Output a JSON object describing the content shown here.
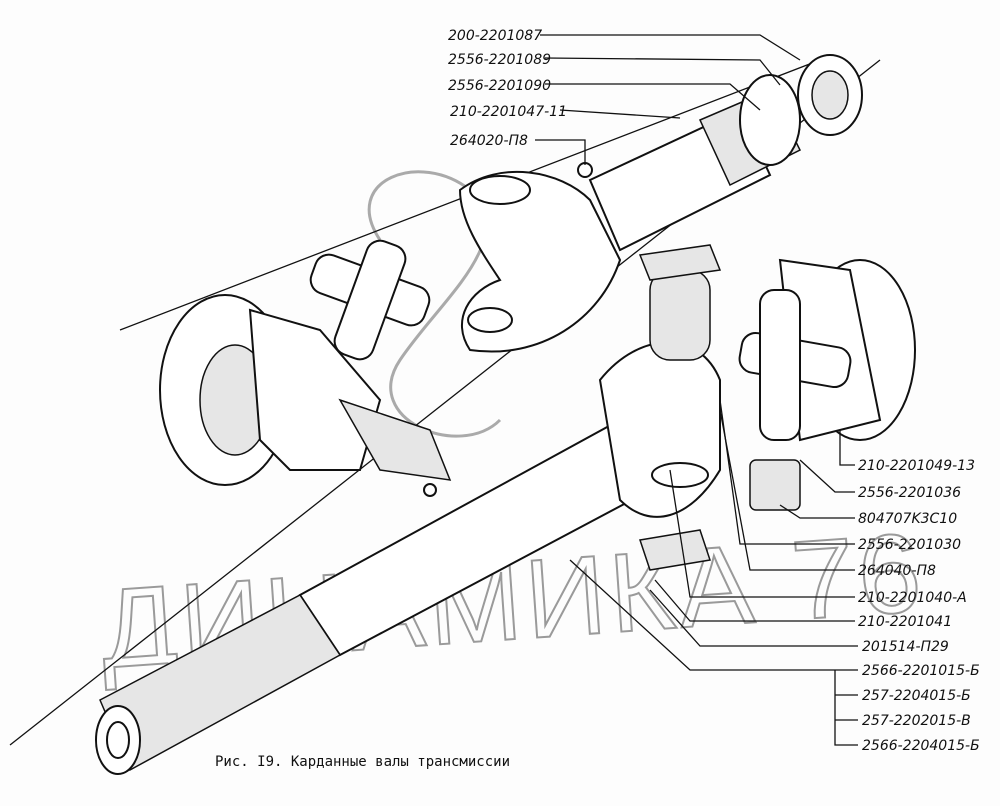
{
  "caption": "Рис. I9. Карданные валы трансмиссии",
  "watermark": "ДИНАМИКА 76",
  "labels_top": [
    "200-2201087",
    "2556-2201089",
    "2556-2201090",
    "210-2201047-11",
    "264020-П8"
  ],
  "labels_right": [
    "210-2201049-13",
    "2556-2201036",
    "804707K3C10",
    "2556-2201030",
    "264040-П8",
    "210-2201040-A",
    "210-2201041",
    "201514-П29",
    "2566-2201015-Б",
    "257-2204015-Б",
    "257-2202015-B",
    "2566-2204015-Б"
  ]
}
